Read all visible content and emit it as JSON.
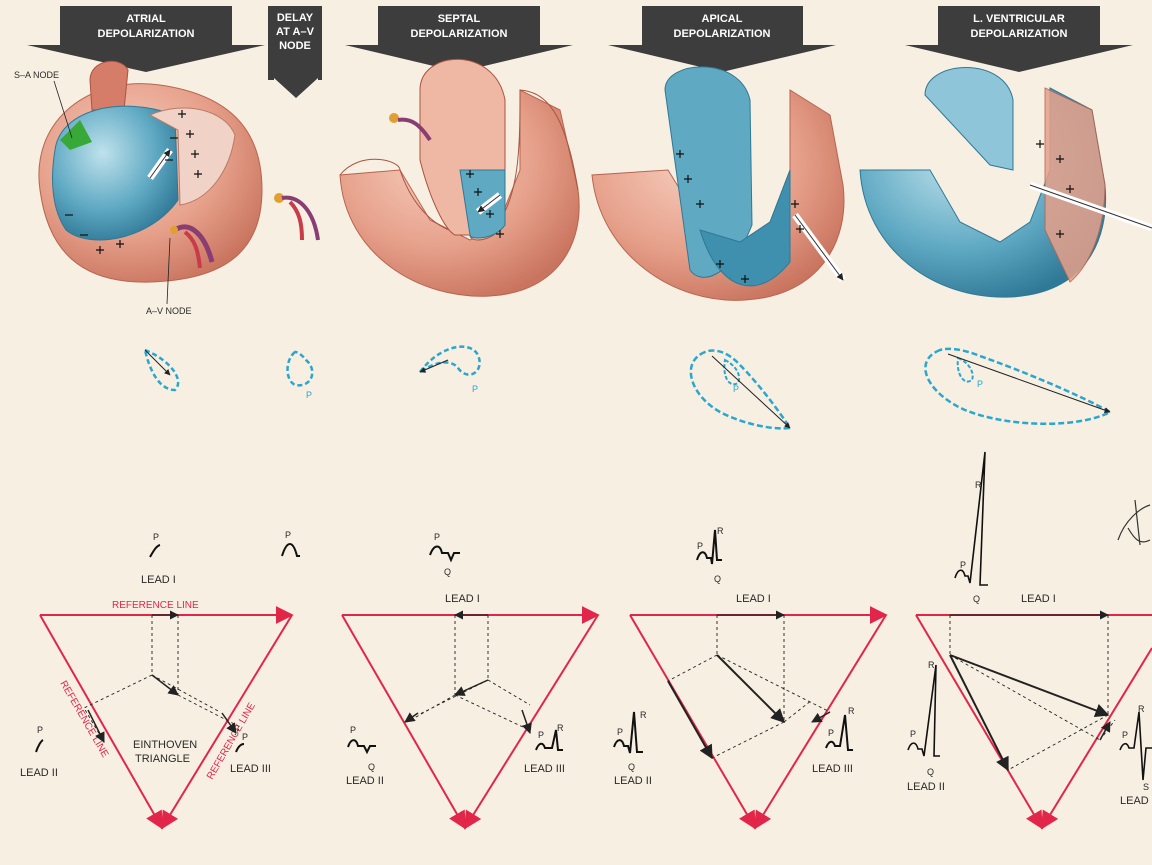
{
  "headers": {
    "atrial": [
      "ATRIAL",
      "DEPOLARIZATION"
    ],
    "delay": [
      "DELAY",
      "AT A–V",
      "NODE"
    ],
    "septal": [
      "SEPTAL",
      "DEPOLARIZATION"
    ],
    "apical": [
      "APICAL",
      "DEPOLARIZATION"
    ],
    "ventricular": [
      "L. VENTRICULAR",
      "DEPOLARIZATION"
    ]
  },
  "labels": {
    "sa_node": "S–A NODE",
    "av_node": "A–V NODE",
    "lead_i": "LEAD I",
    "lead_ii": "LEAD II",
    "lead_iii": "LEAD III",
    "reference_line": "REFERENCE LINE",
    "einthoven": [
      "EINTHOVEN",
      "TRIANGLE"
    ],
    "wave_p": "P",
    "wave_q": "Q",
    "wave_r": "R",
    "wave_s": "S",
    "lead_partial": "LEAD"
  },
  "colors": {
    "background": "#f6efe2",
    "header_arrow": "#3d3d3d",
    "triangle": "#e2264a",
    "vector_loop": "#2aa6cf",
    "myocardium": "#e8a58f",
    "depolarized": "#4a9cb7"
  }
}
